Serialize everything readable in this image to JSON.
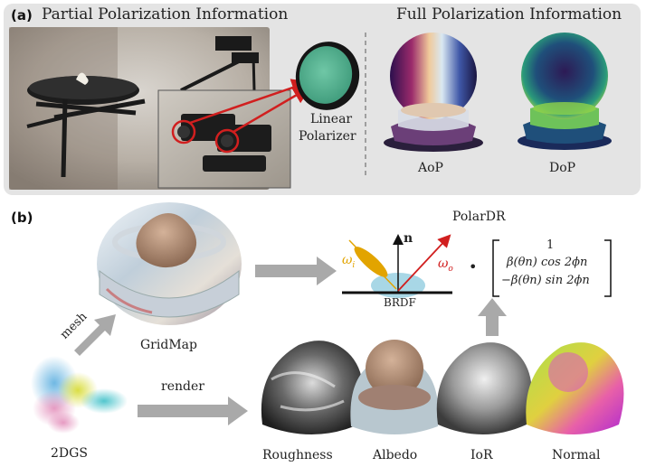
{
  "panel_a": {
    "label": "(a)",
    "partial_title": "Partial Polarization Information",
    "full_title": "Full Polarization Information",
    "polarizer_label_line1": "Linear",
    "polarizer_label_line2": "Polarizer",
    "aop_label": "AoP",
    "dop_label": "DoP"
  },
  "panel_b": {
    "label": "(b)",
    "polardr_title": "PolarDR",
    "brdf_label": "BRDF",
    "normal_symbol": "n",
    "omega_i": "ω",
    "omega_i_sub": "i",
    "omega_o": "ω",
    "omega_o_sub": "o",
    "dot": "•",
    "vector_row1": "1",
    "vector_row2": "β(θn) cos 2ϕn",
    "vector_row3": "−β(θn) sin 2ϕn",
    "mesh_label": "mesh",
    "gridmap_label": "GridMap",
    "render_label": "render",
    "twodgs_label": "2DGS",
    "roughness_label": "Roughness",
    "albedo_label": "Albedo",
    "ior_label": "IoR",
    "normal_label": "Normal"
  },
  "colors": {
    "panel_bg": "#e4e4e4",
    "arrow_gray": "#a9a9a9",
    "red_arrow": "#d11f1f",
    "omega_i_color": "#e2a400",
    "omega_o_color": "#d11f1f",
    "lobe_blue": "#a8d7e6"
  }
}
